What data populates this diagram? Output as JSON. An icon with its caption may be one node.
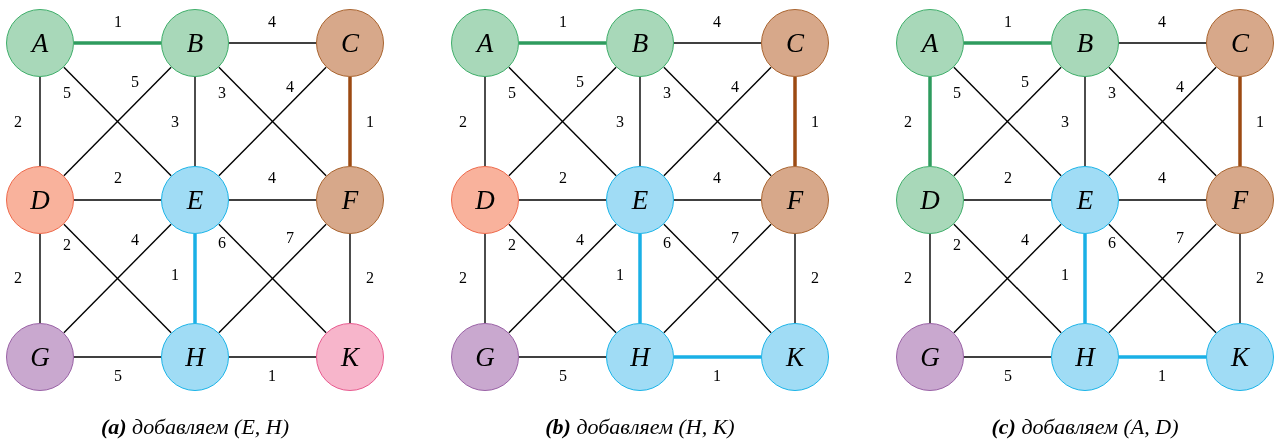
{
  "diagram": {
    "nodes": [
      {
        "text": [
          "A"
        ]
      },
      {
        "text": [
          "B"
        ]
      },
      {
        "text": [
          "C"
        ]
      },
      {
        "text": [
          "D"
        ]
      },
      {
        "text": [
          "E"
        ]
      },
      {
        "text": [
          "F"
        ]
      },
      {
        "text": [
          "G"
        ]
      },
      {
        "text": [
          "H"
        ]
      },
      {
        "text": [
          "K"
        ]
      },
      {
        "text": [
          "A"
        ]
      },
      {
        "text": [
          "B"
        ]
      },
      {
        "text": [
          "C"
        ]
      },
      {
        "text": [
          "D"
        ]
      },
      {
        "text": [
          "E"
        ]
      },
      {
        "text": [
          "F"
        ]
      },
      {
        "text": [
          "G"
        ]
      },
      {
        "text": [
          "H"
        ]
      },
      {
        "text": [
          "K"
        ]
      },
      {
        "text": [
          "A"
        ]
      },
      {
        "text": [
          "B"
        ]
      },
      {
        "text": [
          "C"
        ]
      },
      {
        "text": [
          "D"
        ]
      },
      {
        "text": [
          "E"
        ]
      },
      {
        "text": [
          "F"
        ]
      },
      {
        "text": [
          "G"
        ]
      },
      {
        "text": [
          "H"
        ]
      },
      {
        "text": [
          "K"
        ]
      }
    ],
    "edges": [
      {
        "from": 0,
        "to": 1,
        "arrow": "none",
        "label": "1",
        "style": "thick",
        "color": "#2e9b5e"
      },
      {
        "from": 1,
        "to": 2,
        "arrow": "none",
        "label": "4"
      },
      {
        "from": 0,
        "to": 3,
        "arrow": "none",
        "label": "2"
      },
      {
        "from": 0,
        "to": 4,
        "arrow": "none",
        "label": "5"
      },
      {
        "from": 1,
        "to": 3,
        "arrow": "none",
        "label": "5"
      },
      {
        "from": 1,
        "to": 4,
        "arrow": "none",
        "label": "3"
      },
      {
        "from": 1,
        "to": 5,
        "arrow": "none",
        "label": "3"
      },
      {
        "from": 2,
        "to": 4,
        "arrow": "none",
        "label": "4"
      },
      {
        "from": 2,
        "to": 5,
        "arrow": "none",
        "label": "1",
        "style": "thick",
        "color": "#9c4a12"
      },
      {
        "from": 3,
        "to": 4,
        "arrow": "none",
        "label": "2"
      },
      {
        "from": 4,
        "to": 5,
        "arrow": "none",
        "label": "4"
      },
      {
        "from": 3,
        "to": 6,
        "arrow": "none",
        "label": "2"
      },
      {
        "from": 3,
        "to": 7,
        "arrow": "none",
        "label": "2"
      },
      {
        "from": 4,
        "to": 6,
        "arrow": "none",
        "label": "4"
      },
      {
        "from": 4,
        "to": 7,
        "arrow": "none",
        "label": "1",
        "style": "thick",
        "color": "#1ab0e6"
      },
      {
        "from": 4,
        "to": 8,
        "arrow": "none",
        "label": "6"
      },
      {
        "from": 5,
        "to": 7,
        "arrow": "none",
        "label": "7"
      },
      {
        "from": 5,
        "to": 8,
        "arrow": "none",
        "label": "2"
      },
      {
        "from": 6,
        "to": 7,
        "arrow": "none",
        "label": "5"
      },
      {
        "from": 7,
        "to": 8,
        "arrow": "none",
        "label": "1"
      },
      {
        "from": 9,
        "to": 10,
        "arrow": "none",
        "label": "1",
        "style": "thick",
        "color": "#2e9b5e"
      },
      {
        "from": 10,
        "to": 11,
        "arrow": "none",
        "label": "4"
      },
      {
        "from": 9,
        "to": 12,
        "arrow": "none",
        "label": "2"
      },
      {
        "from": 9,
        "to": 13,
        "arrow": "none",
        "label": "5"
      },
      {
        "from": 10,
        "to": 12,
        "arrow": "none",
        "label": "5"
      },
      {
        "from": 10,
        "to": 13,
        "arrow": "none",
        "label": "3"
      },
      {
        "from": 10,
        "to": 14,
        "arrow": "none",
        "label": "3"
      },
      {
        "from": 11,
        "to": 13,
        "arrow": "none",
        "label": "4"
      },
      {
        "from": 11,
        "to": 14,
        "arrow": "none",
        "label": "1",
        "style": "thick",
        "color": "#9c4a12"
      },
      {
        "from": 12,
        "to": 13,
        "arrow": "none",
        "label": "2"
      },
      {
        "from": 13,
        "to": 14,
        "arrow": "none",
        "label": "4"
      },
      {
        "from": 12,
        "to": 15,
        "arrow": "none",
        "label": "2"
      },
      {
        "from": 12,
        "to": 16,
        "arrow": "none",
        "label": "2"
      },
      {
        "from": 13,
        "to": 15,
        "arrow": "none",
        "label": "4"
      },
      {
        "from": 13,
        "to": 16,
        "arrow": "none",
        "label": "1",
        "style": "thick",
        "color": "#1ab0e6"
      },
      {
        "from": 13,
        "to": 17,
        "arrow": "none",
        "label": "6"
      },
      {
        "from": 14,
        "to": 16,
        "arrow": "none",
        "label": "7"
      },
      {
        "from": 14,
        "to": 17,
        "arrow": "none",
        "label": "2"
      },
      {
        "from": 15,
        "to": 16,
        "arrow": "none",
        "label": "5"
      },
      {
        "from": 16,
        "to": 17,
        "arrow": "none",
        "label": "1",
        "style": "thick",
        "color": "#1ab0e6"
      },
      {
        "from": 18,
        "to": 19,
        "arrow": "none",
        "label": "1",
        "style": "thick",
        "color": "#2e9b5e"
      },
      {
        "from": 19,
        "to": 20,
        "arrow": "none",
        "label": "4"
      },
      {
        "from": 18,
        "to": 21,
        "arrow": "none",
        "label": "2",
        "style": "thick",
        "color": "#2e9b5e"
      },
      {
        "from": 18,
        "to": 22,
        "arrow": "none",
        "label": "5"
      },
      {
        "from": 19,
        "to": 21,
        "arrow": "none",
        "label": "5"
      },
      {
        "from": 19,
        "to": 22,
        "arrow": "none",
        "label": "3"
      },
      {
        "from": 19,
        "to": 23,
        "arrow": "none",
        "label": "3"
      },
      {
        "from": 20,
        "to": 22,
        "arrow": "none",
        "label": "4"
      },
      {
        "from": 20,
        "to": 23,
        "arrow": "none",
        "label": "1",
        "style": "thick",
        "color": "#9c4a12"
      },
      {
        "from": 21,
        "to": 22,
        "arrow": "none",
        "label": "2"
      },
      {
        "from": 22,
        "to": 23,
        "arrow": "none",
        "label": "4"
      },
      {
        "from": 21,
        "to": 24,
        "arrow": "none",
        "label": "2"
      },
      {
        "from": 21,
        "to": 25,
        "arrow": "none",
        "label": "2"
      },
      {
        "from": 22,
        "to": 24,
        "arrow": "none",
        "label": "4"
      },
      {
        "from": 22,
        "to": 25,
        "arrow": "none",
        "label": "1",
        "style": "thick",
        "color": "#1ab0e6"
      },
      {
        "from": 22,
        "to": 26,
        "arrow": "none",
        "label": "6"
      },
      {
        "from": 23,
        "to": 25,
        "arrow": "none",
        "label": "7"
      },
      {
        "from": 23,
        "to": 26,
        "arrow": "none",
        "label": "2"
      },
      {
        "from": 24,
        "to": 25,
        "arrow": "none",
        "label": "5"
      },
      {
        "from": 25,
        "to": 26,
        "arrow": "none",
        "label": "1",
        "style": "thick",
        "color": "#1ab0e6"
      }
    ],
    "labels": [
      "**(a)** добавляем (E, H)",
      "**(b)** добавляем (H, K)",
      "**(c)** добавляем (A, D)"
    ]
  }
}
